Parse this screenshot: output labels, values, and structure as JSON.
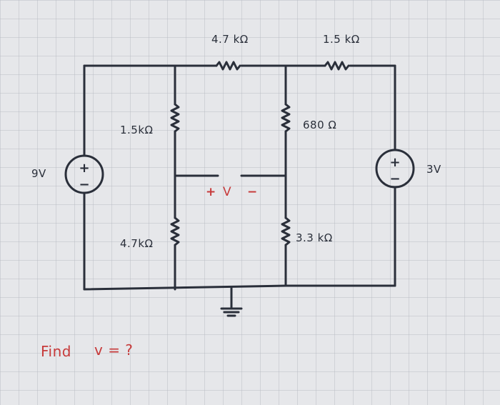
{
  "circuit": {
    "top_resistor_left": "4.7 kΩ",
    "top_resistor_right": "1.5 kΩ",
    "left_upper_resistor": "1.5kΩ",
    "left_lower_resistor": "4.7kΩ",
    "right_upper_resistor": "680 Ω",
    "right_lower_resistor": "3.3 kΩ",
    "left_source": "9V",
    "right_source": "3V",
    "source_plus": "+",
    "source_minus": "−",
    "v_plus": "+",
    "v_symbol": "V",
    "v_minus": "−"
  },
  "question": {
    "find": "Find",
    "expr": "v = ?"
  },
  "colors": {
    "ink": "#2a2f3a",
    "accent": "#c73a3a",
    "grid": "#b9bcc4",
    "paper": "#e6e7ea"
  }
}
